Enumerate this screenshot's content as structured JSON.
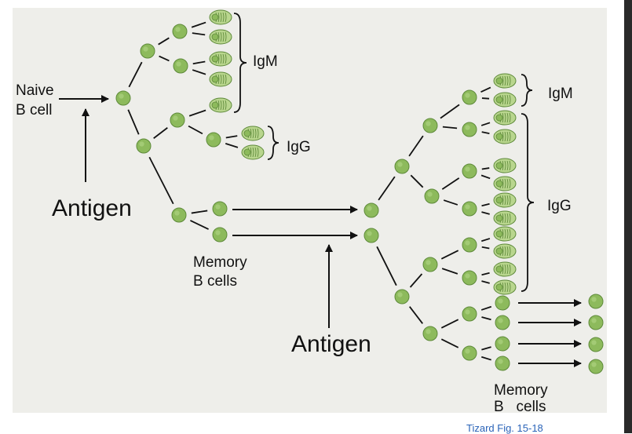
{
  "labels": {
    "naive_b_cell_line1": "Naive",
    "naive_b_cell_line2": "B cell",
    "antigen_primary": "Antigen",
    "antigen_secondary": "Antigen",
    "igm_primary": "IgM",
    "igg_primary": "IgG",
    "igm_secondary": "IgM",
    "igg_secondary": "IgG",
    "memory_primary_line1": "Memory",
    "memory_primary_line2": "B cells",
    "memory_secondary_line1": "Memory",
    "memory_secondary_line2": "B   cells"
  },
  "caption": "Tizard Fig. 15-18",
  "colors": {
    "cell_fill": "#8dba5c",
    "cell_stroke": "#5e8a3a",
    "plasma_fill": "#b9d68e",
    "line": "#111111",
    "caption": "#2a63b8"
  },
  "icons": {
    "b_cell": "b-cell-icon",
    "plasma_cell": "plasma-cell-icon"
  }
}
